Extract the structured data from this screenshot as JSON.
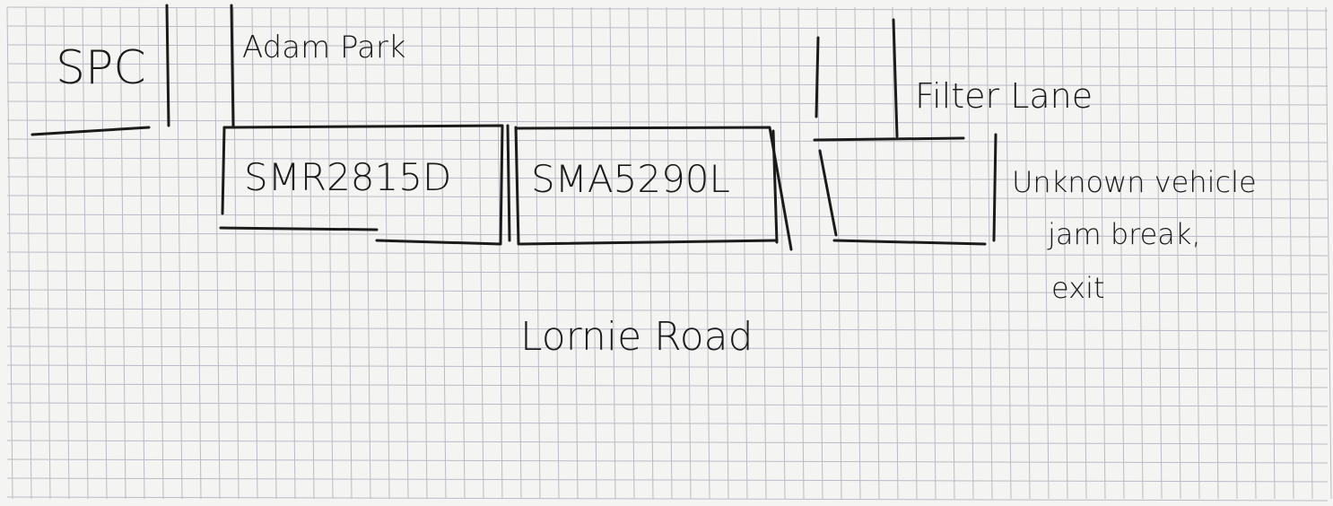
{
  "labels": {
    "spc": "SPC",
    "adam_park": "Adam Park",
    "filter_lane": "Filter Lane",
    "vehicle_1_plate": "SMR2815D",
    "vehicle_2_plate": "SMA5290L",
    "unknown_vehicle_note_line1": "Unknown vehicle",
    "unknown_vehicle_note_line2": "jam break,",
    "unknown_vehicle_note_line3": "exit",
    "road_name": "Lornie Road"
  },
  "colors": {
    "paper": "#f4f4f2",
    "grid": "#b9bcc4",
    "ink": "#1b1b1b"
  }
}
